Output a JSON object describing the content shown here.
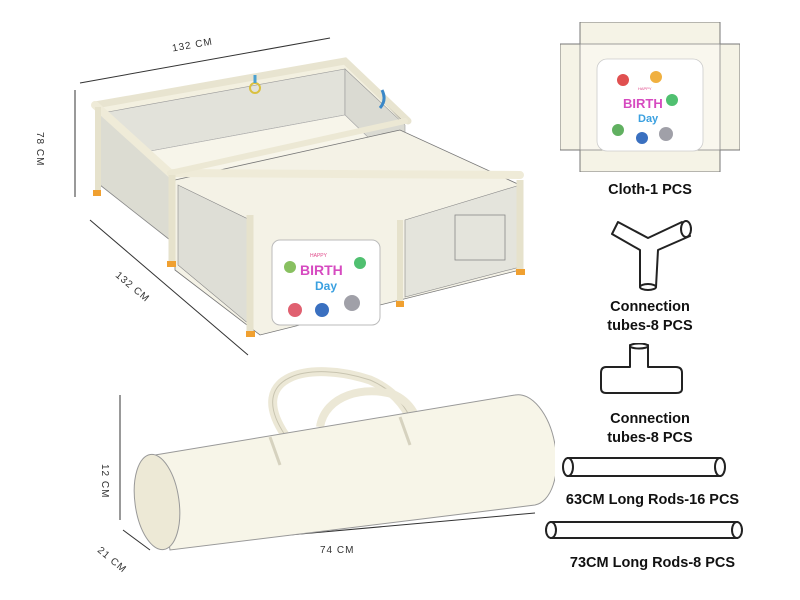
{
  "dimensions": {
    "playpen_width": "132 CM",
    "playpen_depth": "132 CM",
    "playpen_height": "78 CM",
    "bag_length": "74 CM",
    "bag_height": "12 CM",
    "bag_depth": "21 CM"
  },
  "panel_art": {
    "small_text": "HAPPY",
    "word1": "BIRTH",
    "word2": "Day"
  },
  "components": {
    "cloth": "Cloth-1 PCS",
    "tube_y_line1": "Connection",
    "tube_y_line2": "tubes-8 PCS",
    "tube_t_line1": "Connection",
    "tube_t_line2": "tubes-8 PCS",
    "rod_63": "63CM Long Rods-16 PCS",
    "rod_73": "73CM Long Rods-8 PCS"
  },
  "colors": {
    "product": "#f6f3e4",
    "outline": "#333333",
    "mesh": "#dcdcd4",
    "accent_orange": "#f0a030"
  }
}
